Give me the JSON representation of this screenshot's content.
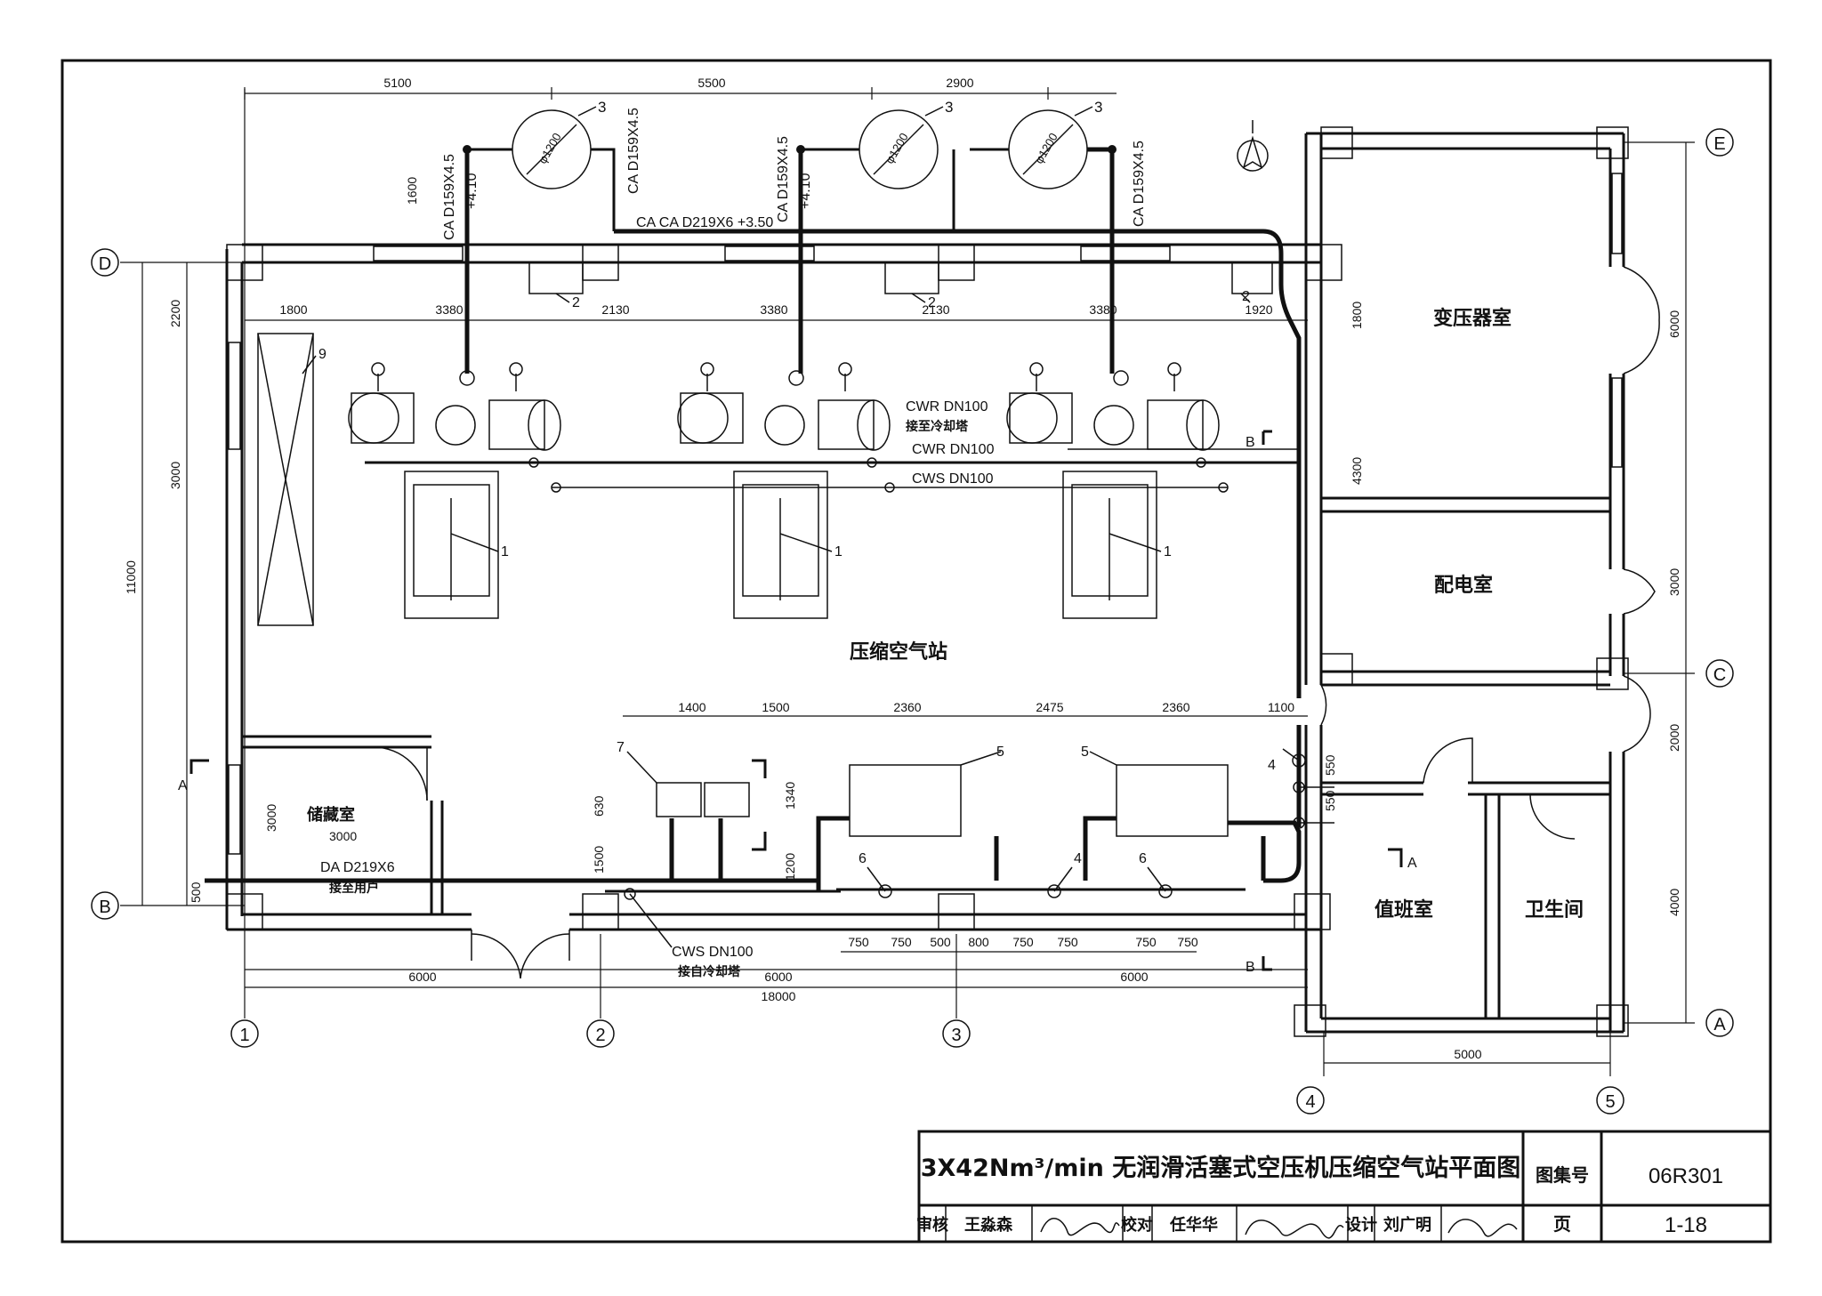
{
  "title_block": {
    "title": "3X42Nm³/min 无润滑活塞式空压机压缩空气站平面图",
    "atlas_label": "图集号",
    "atlas_no": "06R301",
    "page_label": "页",
    "page_no": "1-18",
    "review_label": "审核",
    "reviewer": "王淼森",
    "check_label": "校对",
    "checker": "任华华",
    "design_label": "设计",
    "designer": "刘广明"
  },
  "rooms": {
    "main": "压缩空气站",
    "storage": "储藏室",
    "transformer": "变压器室",
    "distribution": "配电室",
    "duty": "值班室",
    "toilet": "卫生间"
  },
  "axes": {
    "h": [
      "1",
      "2",
      "3",
      "4",
      "5"
    ],
    "v": [
      "A",
      "B",
      "C",
      "D",
      "E"
    ]
  },
  "pipes": {
    "ca_d159_1": "CA D159X4.5",
    "ca_d159_2": "CA D159X4.5",
    "ca_d159_3": "CA D159X4.5",
    "ca_d219": "CA CA D219X6 +3.50",
    "elev_1": "+4.10",
    "elev_2": "+4.10",
    "cwr_1": "CWR DN100",
    "cwr_1_note": "接至冷却塔",
    "cwr_2": "CWR DN100",
    "cws_1": "CWS DN100",
    "cws_2": "CWS DN100",
    "cws_2_note": "接自冷却塔",
    "da": "DA D219X6",
    "da_note": "接至用户"
  },
  "tags": {
    "t1a": "1",
    "t1b": "1",
    "t1c": "1",
    "t2a": "2",
    "t2b": "2",
    "t2c": "2",
    "t3a": "3",
    "t3b": "3",
    "t3c": "3",
    "t4a": "4",
    "t4b": "4",
    "t5a": "5",
    "t5b": "5",
    "t6a": "6",
    "t6b": "6",
    "t7": "7",
    "t9": "9",
    "tank": "φ1200"
  },
  "sections": {
    "a": "A",
    "b": "B"
  },
  "dims": {
    "top": [
      "5100",
      "5500",
      "2900"
    ],
    "d1600": "1600",
    "row2": [
      "1800",
      "3380",
      "2130",
      "3380",
      "2130",
      "3380",
      "1920"
    ],
    "left": [
      "2200",
      "3000",
      "11000",
      "500"
    ],
    "lower": [
      "1400",
      "1500",
      "2360",
      "2475",
      "2360",
      "1100"
    ],
    "v630": "630",
    "v1340": "1340",
    "v1500": "1500",
    "v1200": "1200",
    "v550a": "550",
    "v550b": "550",
    "storage_w": "3000",
    "storage_h": "3000",
    "bottom_small": [
      "750",
      "750",
      "500",
      "800",
      "750",
      "750",
      "750",
      "750"
    ],
    "bottom": [
      "6000",
      "6000",
      "6000"
    ],
    "total": "18000",
    "right": [
      "6000",
      "3000",
      "2000",
      "4000"
    ],
    "r1800": "1800",
    "r4300": "4300",
    "bottom_right": "5000"
  }
}
